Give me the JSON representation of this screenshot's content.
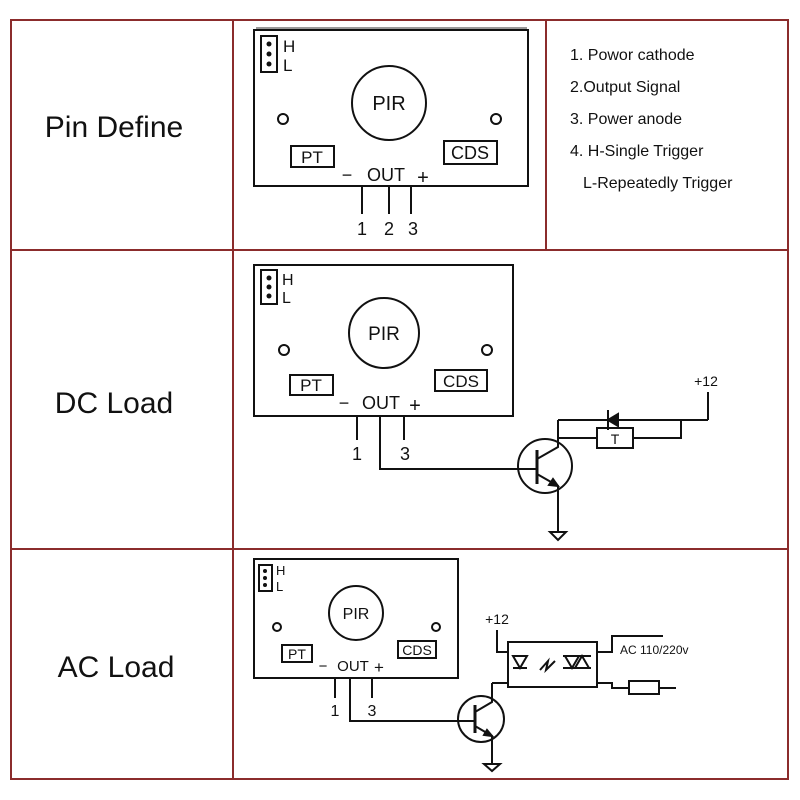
{
  "rows": {
    "pin_define": {
      "label": "Pin Define",
      "module": {
        "jumper_high": "H",
        "jumper_low": "L",
        "sensor": "PIR",
        "pot_left": "PT",
        "pot_right": "CDS",
        "pin_minus": "−",
        "pin_out": "OUT",
        "pin_plus": "+"
      },
      "pin_numbers": [
        "1",
        "2",
        "3"
      ],
      "pin_list": [
        "1. Powor cathode",
        "2.Output Signal",
        "3. Power anode",
        "4. H-Single Trigger",
        "L-Repeatedly Trigger"
      ]
    },
    "dc_load": {
      "label": "DC Load",
      "module": {
        "jumper_high": "H",
        "jumper_low": "L",
        "sensor": "PIR",
        "pot_left": "PT",
        "pot_right": "CDS",
        "pin_minus": "−",
        "pin_out": "OUT",
        "pin_plus": "+"
      },
      "pin_numbers": [
        "1",
        "3"
      ],
      "supply": "+12",
      "relay": "T"
    },
    "ac_load": {
      "label": "AC Load",
      "module": {
        "jumper_high": "H",
        "jumper_low": "L",
        "sensor": "PIR",
        "pot_left": "PT",
        "pot_right": "CDS",
        "pin_minus": "−",
        "pin_out": "OUT",
        "pin_plus": "+"
      },
      "pin_numbers": [
        "1",
        "3"
      ],
      "supply": "+12",
      "ac_label": "AC 110/220v"
    }
  },
  "colors": {
    "grid": "#8b2c2c",
    "ink": "#111111"
  }
}
